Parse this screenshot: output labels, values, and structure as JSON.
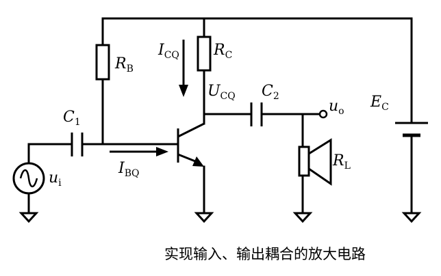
{
  "caption": "实现输入、输出耦合的放大电路",
  "labels": {
    "RB": {
      "base": "R",
      "sub": "B"
    },
    "RC": {
      "base": "R",
      "sub": "C"
    },
    "ICQ": {
      "base": "I",
      "sub": "CQ"
    },
    "UCQ": {
      "base": "U",
      "sub": "CQ"
    },
    "C1": {
      "base": "C",
      "sub": "1"
    },
    "C2": {
      "base": "C",
      "sub": "2"
    },
    "uo": {
      "base": "u",
      "sub": "o"
    },
    "EC": {
      "base": "E",
      "sub": "C"
    },
    "RL": {
      "base": "R",
      "sub": "L"
    },
    "IBQ": {
      "base": "I",
      "sub": "BQ"
    },
    "ui": {
      "base": "u",
      "sub": "i"
    }
  },
  "colors": {
    "line": "#000000",
    "background": "#ffffff"
  }
}
